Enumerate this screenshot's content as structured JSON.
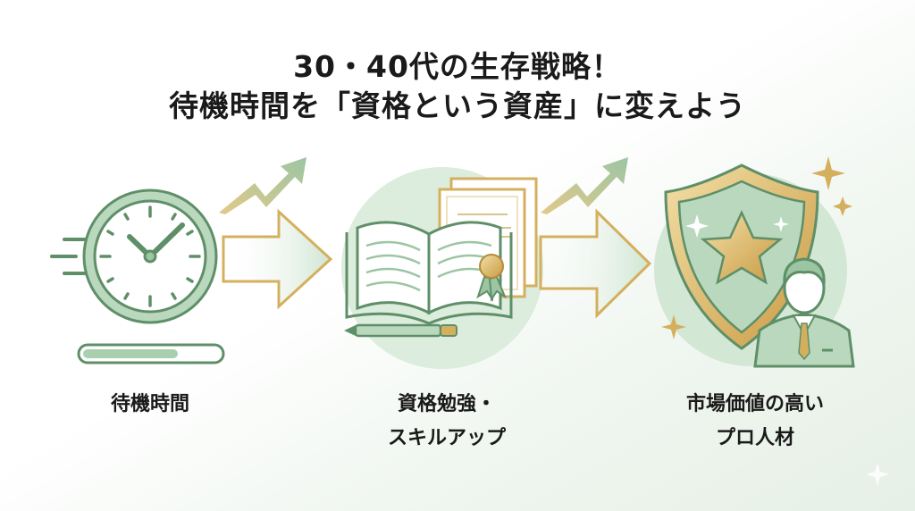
{
  "title": {
    "line1": "30・40代の生存戦略！",
    "line2": "待機時間を「資格という資産」に変えよう"
  },
  "steps": [
    {
      "label_line1": "待機時間",
      "icon": "clock-icon",
      "progress": 0.7
    },
    {
      "label_line1": "資格勉強・",
      "label_line2": "スキルアップ",
      "icon": "book-certificate-icon"
    },
    {
      "label_line1": "市場価値の高い",
      "label_line2": "プロ人材",
      "icon": "shield-professional-icon"
    }
  ],
  "colors": {
    "green": "#5f8f68",
    "light_green": "#cfe5d2",
    "gold": "#d4b05e",
    "text": "#1a1a1a"
  }
}
